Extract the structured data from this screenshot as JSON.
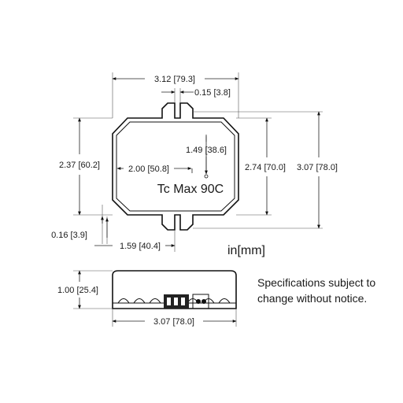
{
  "drawing": {
    "dimensions": {
      "top_width": "3.12 [79.3]",
      "tab_width": "0.15 [3.8]",
      "left_height": "2.37 [60.2]",
      "center_vertical": "1.49 [38.6]",
      "center_horizontal": "2.00 [50.8]",
      "inner_height": "2.74 [70.0]",
      "overall_height": "3.07 [78.0]",
      "tab_offset": "0.16 [3.9]",
      "bottom_offset": "1.59 [40.4]",
      "side_height": "1.00 [25.4]",
      "side_width": "3.07 [78.0]"
    },
    "label_tc": "Tc Max 90C",
    "units": "in[mm]",
    "notice_line1": "Specifications subject to",
    "notice_line2": "change without notice."
  }
}
